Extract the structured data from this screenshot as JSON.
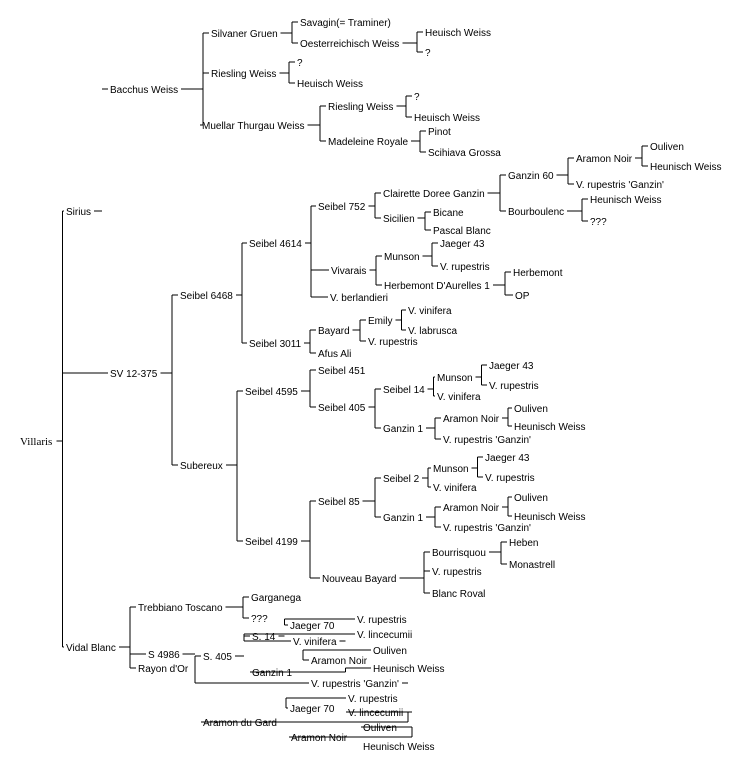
{
  "pedigree": {
    "root": "Villaris",
    "nodes": [
      "Sirius",
      "Bacchus Weiss",
      "Silvaner Gruen",
      "Savagin(= Traminer)",
      "Oesterreichisch Weiss",
      "Heuisch Weiss",
      "?",
      "Riesling Weiss",
      "?",
      "Heuisch Weiss",
      "Muellar Thurgau Weiss",
      "Riesling Weiss",
      "?",
      "Heuisch Weiss",
      "Madeleine Royale",
      "Pinot",
      "Scihiava Grossa",
      "SV 12-375",
      "Seibel 6468",
      "Seibel 4614",
      "Seibel 752",
      "Clairette Doree Ganzin",
      "Ganzin 60",
      "Aramon Noir",
      "Ouliven",
      "Heunisch Weiss",
      "V. rupestris 'Ganzin'",
      "Bourboulenc",
      "Heunisch Weiss",
      "???",
      "Sicilien",
      "Bicane",
      "Pascal Blanc",
      "Vivarais",
      "Munson",
      "Jaeger 43",
      "V. rupestris",
      "Herbemont D'Aurelles 1",
      "Herbemont",
      "OP",
      "V. berlandieri",
      "Seibel 3011",
      "Bayard",
      "Emily",
      "V. vinifera",
      "V. labrusca",
      "V. rupestris",
      "Afus Ali",
      "Subereux",
      "Seibel 4595",
      "Seibel 451",
      "Seibel 405",
      "Seibel 14",
      "Munson",
      "Jaeger 43",
      "V. rupestris",
      "V. vinifera",
      "Ganzin 1",
      "Aramon Noir",
      "Ouliven",
      "Heunisch Weiss",
      "V. rupestris 'Ganzin'",
      "Seibel 4199",
      "Seibel 85",
      "Seibel 2",
      "Munson",
      "Jaeger 43",
      "V. rupestris",
      "V. vinifera",
      "Ganzin 1",
      "Aramon Noir",
      "Ouliven",
      "Heunisch Weiss",
      "V. rupestris 'Ganzin'",
      "Nouveau Bayard",
      "Bourrisquou",
      "Heben",
      "Monastrell",
      "V. rupestris",
      "Blanc Roval",
      "Vidal Blanc",
      "Trebbiano Toscano",
      "Garganega",
      "???",
      "S 4986",
      "Rayon d'Or",
      "S. 405",
      "S. 14",
      "Jaeger 70",
      "V. rupestris",
      "V. lincecumii",
      "V. vinifera",
      "Ganzin 1",
      "Aramon Noir",
      "Ouliven",
      "Heunisch Weiss",
      "V. rupestris 'Ganzin'",
      "Aramon du Gard",
      "Jaeger 70",
      "V. rupestris",
      "V. lincecumii",
      "Aramon Noir",
      "Ouliven",
      "Heunisch Weiss"
    ]
  }
}
